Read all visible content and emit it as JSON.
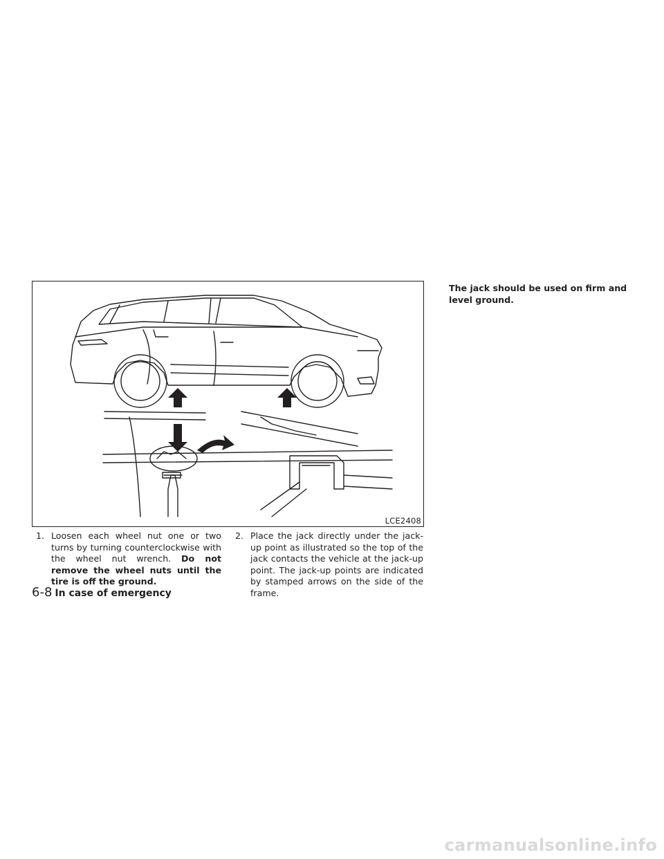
{
  "figure": {
    "code": "LCE2408"
  },
  "steps": [
    {
      "number": "1.",
      "text": "Loosen each wheel nut one or two turns by turning counterclockwise with the wheel nut wrench. ",
      "bold_text": "Do not remove the wheel nuts until the tire is off the ground."
    },
    {
      "number": "2.",
      "text": "Place the jack directly under the jack-up point as illustrated so the top of the jack contacts the vehicle at the jack-up point. The jack-up points are indicated by stamped arrows on the side of the frame."
    }
  ],
  "note": "The jack should be used on firm and level ground.",
  "footer": {
    "page_number": "6-8",
    "section_title": "In case of emergency"
  },
  "watermark": "carmanualsonline.info"
}
